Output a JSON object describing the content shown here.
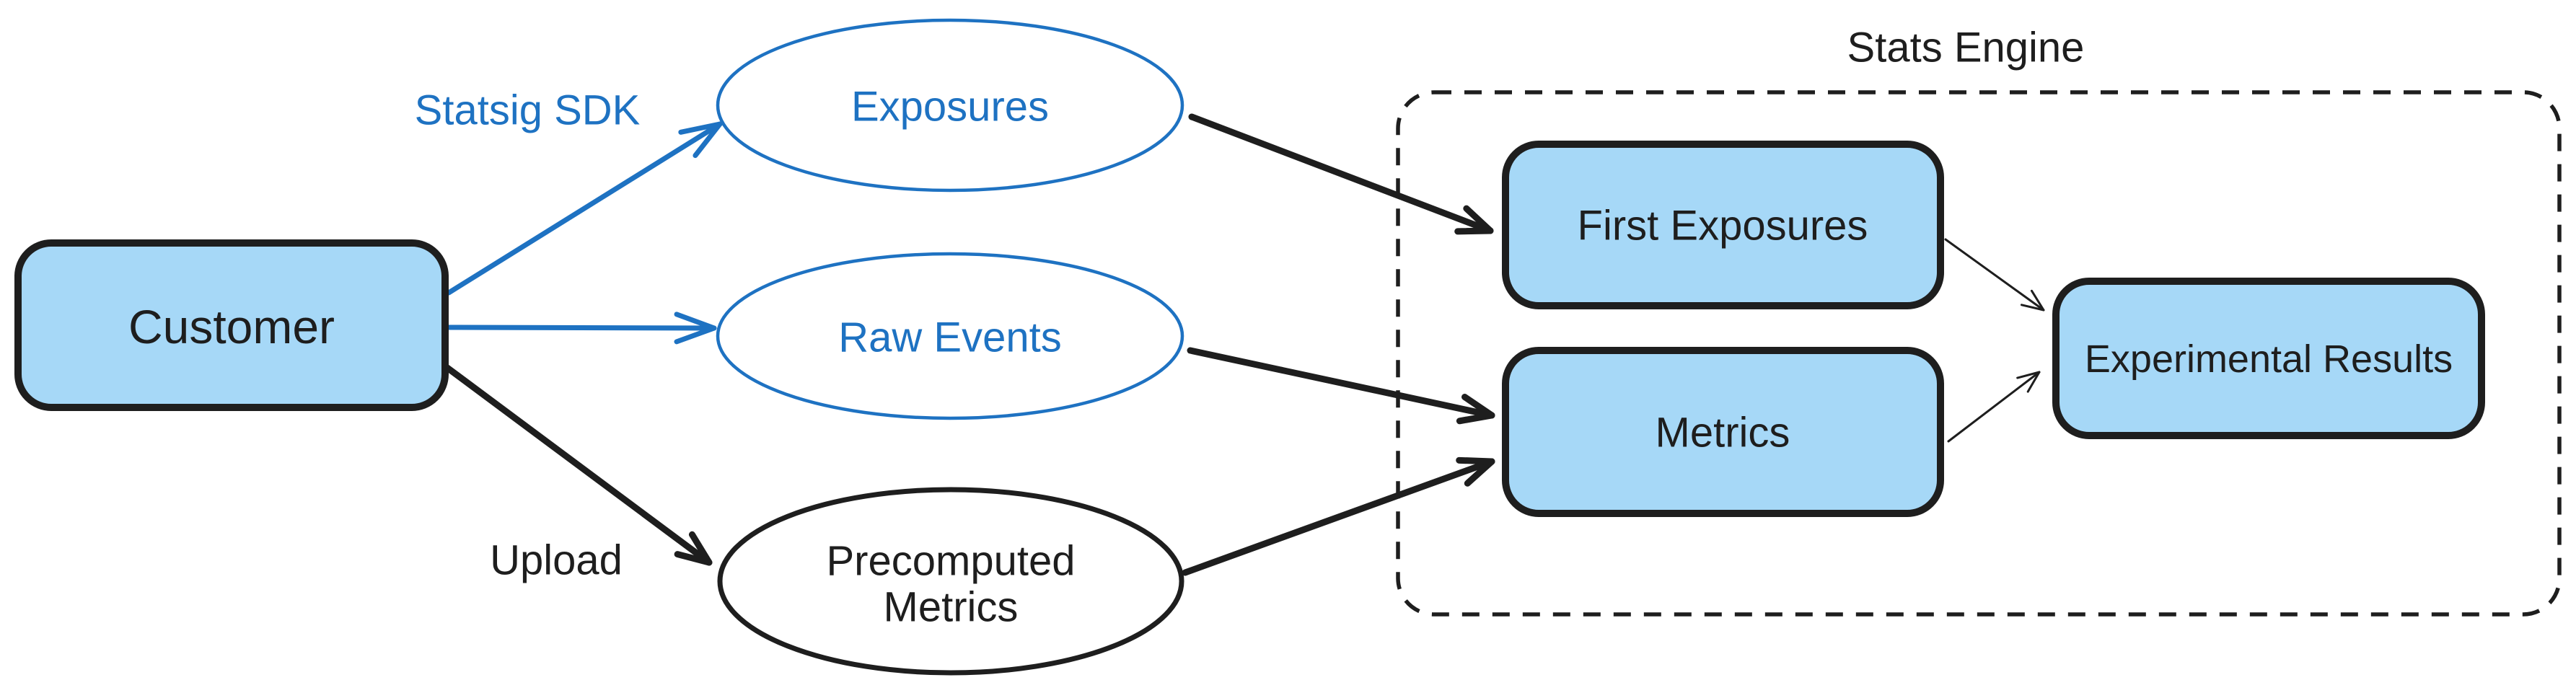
{
  "diagram": {
    "nodes": {
      "customer": {
        "label": "Customer",
        "shape": "rounded-rectangle"
      },
      "exposures": {
        "label": "Exposures",
        "shape": "ellipse"
      },
      "raw_events": {
        "label": "Raw Events",
        "shape": "ellipse"
      },
      "precomputed_metrics": {
        "label_line1": "Precomputed",
        "label_line2": "Metrics",
        "shape": "ellipse"
      },
      "first_exposures": {
        "label": "First Exposures",
        "shape": "rounded-rectangle"
      },
      "metrics": {
        "label": "Metrics",
        "shape": "rounded-rectangle"
      },
      "experimental_results": {
        "label": "Experimental Results",
        "shape": "rounded-rectangle"
      }
    },
    "groups": {
      "stats_engine": {
        "label": "Stats Engine",
        "style": "dashed-rounded-rectangle"
      }
    },
    "edge_labels": {
      "statsig_sdk": "Statsig SDK",
      "upload": "Upload"
    },
    "edges": [
      {
        "from": "customer",
        "to": "exposures",
        "color": "blue",
        "label": "Statsig SDK"
      },
      {
        "from": "customer",
        "to": "raw_events",
        "color": "blue"
      },
      {
        "from": "customer",
        "to": "precomputed_metrics",
        "color": "black",
        "label": "Upload"
      },
      {
        "from": "exposures",
        "to": "first_exposures",
        "color": "black"
      },
      {
        "from": "raw_events",
        "to": "metrics",
        "color": "black"
      },
      {
        "from": "precomputed_metrics",
        "to": "metrics",
        "color": "black"
      },
      {
        "from": "first_exposures",
        "to": "experimental_results",
        "color": "black",
        "weight": "thin"
      },
      {
        "from": "metrics",
        "to": "experimental_results",
        "color": "black",
        "weight": "thin"
      }
    ],
    "colors": {
      "accent_blue": "#1e72c2",
      "node_fill": "#a6d8f7",
      "stroke_dark": "#1e1e1e",
      "background": "#ffffff"
    }
  }
}
